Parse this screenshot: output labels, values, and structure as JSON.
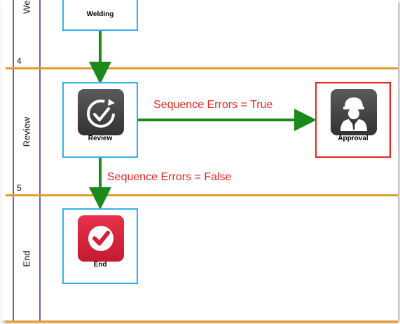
{
  "lanes": [
    {
      "name": "We",
      "number": "4"
    },
    {
      "name": "Review",
      "number": "5"
    },
    {
      "name": "End",
      "number": ""
    }
  ],
  "nodes": {
    "welding": {
      "label": "Welding"
    },
    "review": {
      "label": "Review",
      "icon": "review-refresh-icon"
    },
    "approval": {
      "label": "Approval",
      "icon": "worker-hardhat-icon"
    },
    "end": {
      "label": "End",
      "icon": "checkmark-icon"
    }
  },
  "transitions": {
    "true_label": "Sequence Errors = True",
    "false_label": "Sequence Errors = False"
  },
  "colors": {
    "lane_divider": "#e59b2b",
    "lane_header_border": "#7a5ab5",
    "node_border": "#31b3e8",
    "node_highlight": "#e8231f",
    "arrow": "#1a8a1a",
    "condition_text": "#e8231f",
    "review_tile": "#444444",
    "end_tile": "#d6213a"
  }
}
